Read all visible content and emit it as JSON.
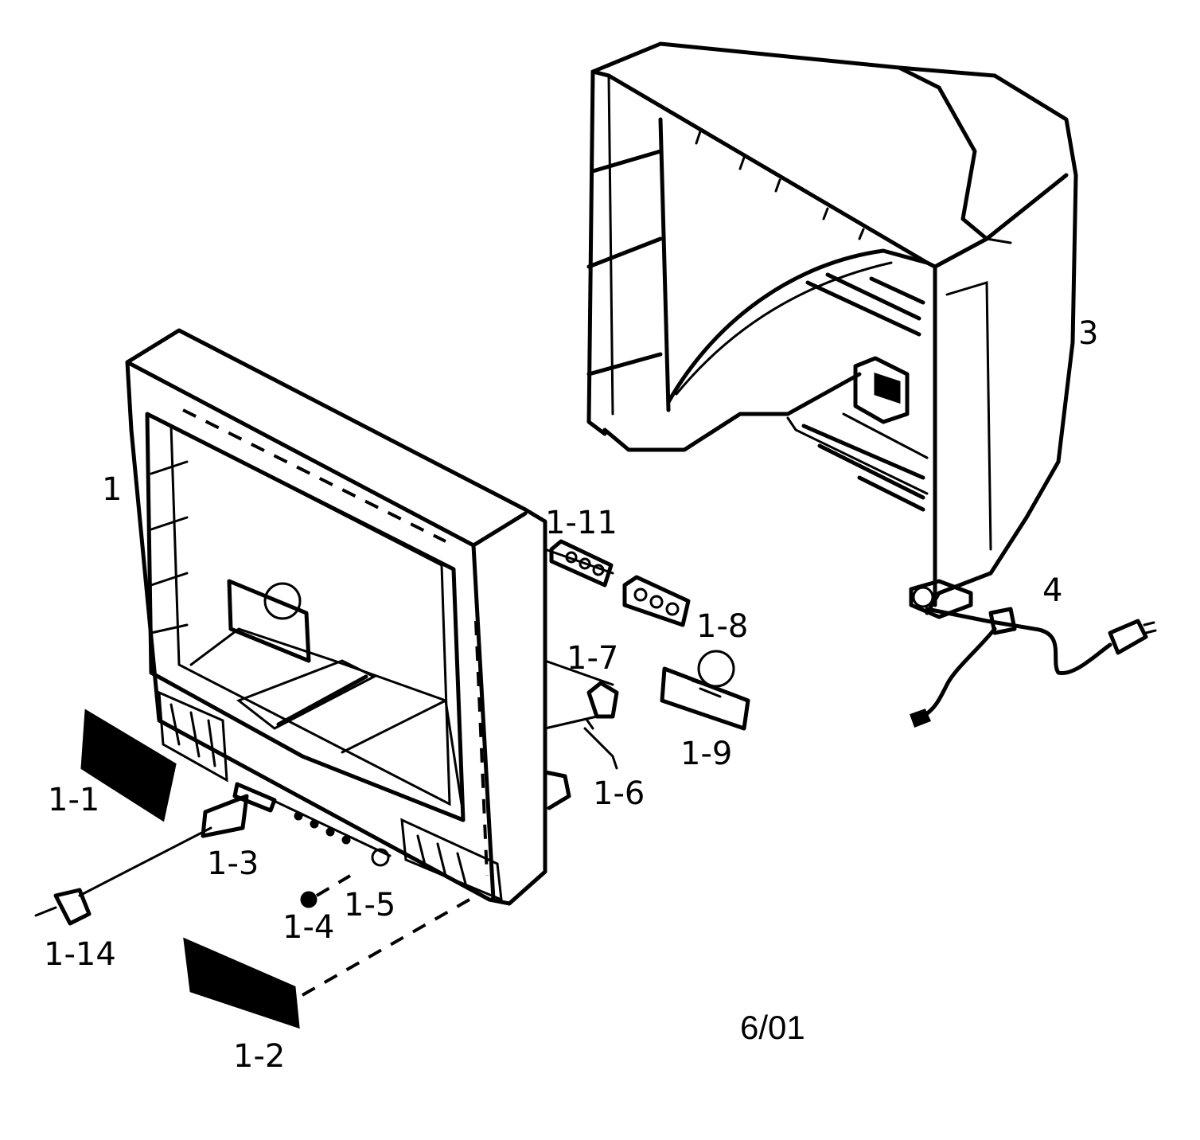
{
  "callouts": {
    "c1": "1",
    "c1_1": "1-1",
    "c1_2": "1-2",
    "c1_3": "1-3",
    "c1_4": "1-4",
    "c1_5": "1-5",
    "c1_6": "1-6",
    "c1_7": "1-7",
    "c1_8": "1-8",
    "c1_9": "1-9",
    "c1_11": "1-11",
    "c1_14": "1-14",
    "c3": "3",
    "c4": "4"
  },
  "date_stamp": "6/01"
}
